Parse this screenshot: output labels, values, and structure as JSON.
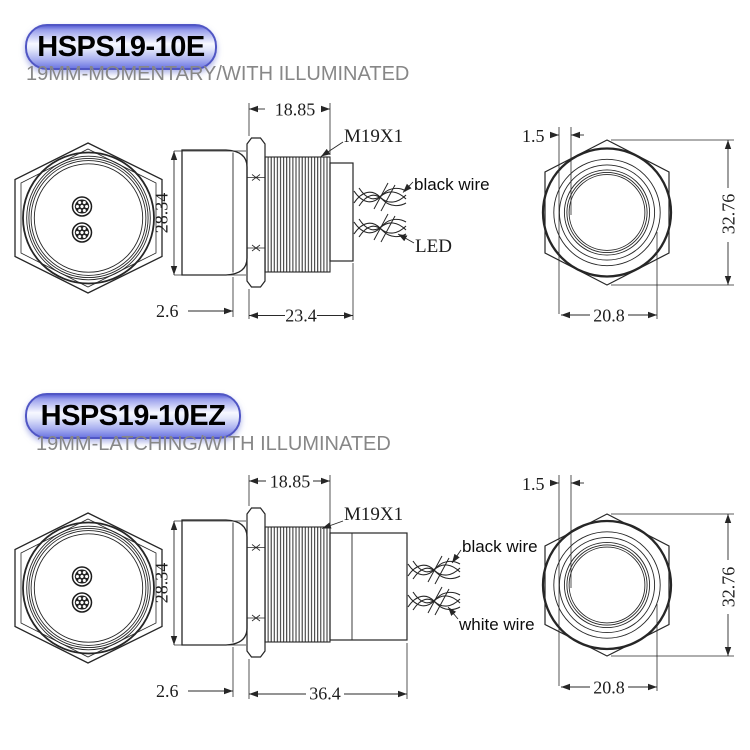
{
  "sections": [
    {
      "badge_label": "HSPS19-10E",
      "subtitle": "19MM-MOMENTARY/WITH ILLUMINATED",
      "thread_spec": "M19X1",
      "wire_label_top": "black wire",
      "wire_label_bottom": "LED",
      "dims": {
        "thread_length": "18.85",
        "bezel_diameter": "28.34",
        "bezel_thickness": "2.6",
        "body_length": "23.4",
        "ring_offset": "1.5",
        "across_corners": "32.76",
        "button_diameter": "20.8"
      }
    },
    {
      "badge_label": "HSPS19-10EZ",
      "subtitle": "19MM-LATCHING/WITH ILLUMINATED",
      "thread_spec": "M19X1",
      "wire_label_top": "black wire",
      "wire_label_bottom": "white wire",
      "dims": {
        "thread_length": "18.85",
        "bezel_diameter": "28.34",
        "bezel_thickness": "2.6",
        "body_length": "36.4",
        "ring_offset": "1.5",
        "across_corners": "32.76",
        "button_diameter": "20.8"
      }
    }
  ],
  "colors": {
    "line": "#262626",
    "badge_border": "#5056c4",
    "subtitle_gray": "#878787"
  }
}
